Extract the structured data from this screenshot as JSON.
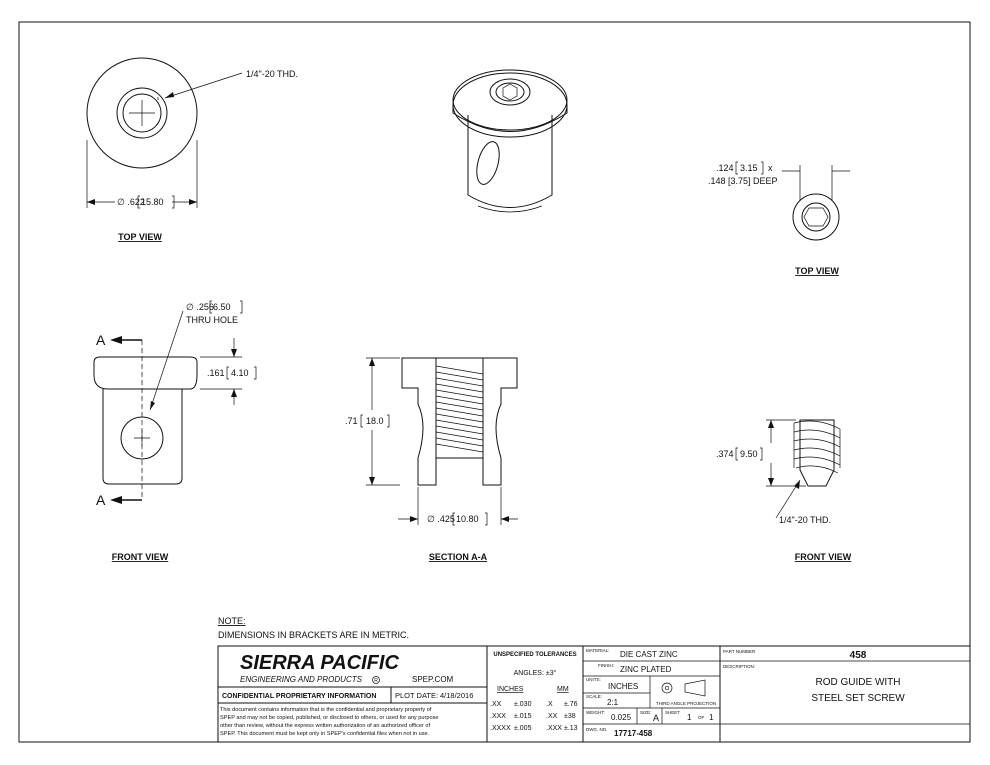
{
  "views": {
    "top_view_left": {
      "label": "TOP VIEW",
      "thread_note": "1/4\"-20 THD.",
      "dia_in": "∅ .622",
      "dia_mm": "15.80"
    },
    "top_view_right": {
      "label": "TOP VIEW",
      "hex_size_in": ".124",
      "hex_size_mm": "3.15",
      "hex_x": "x",
      "hex_depth": ".148 [3.75] DEEP"
    },
    "front_view_left": {
      "label": "FRONT VIEW",
      "hole_dia_in": "∅ .256",
      "hole_dia_mm": "6.50",
      "hole_note": "THRU HOLE",
      "head_h_in": ".161",
      "head_h_mm": "4.10",
      "section_mark": "A"
    },
    "section": {
      "label": "SECTION A-A",
      "height_in": ".71",
      "height_mm": "18.0",
      "dia_in": "∅ .425",
      "dia_mm": "10.80"
    },
    "front_view_right": {
      "label": "FRONT VIEW",
      "len_in": ".374",
      "len_mm": "9.50",
      "thread_note": "1/4\"-20 THD."
    }
  },
  "note": {
    "title": "NOTE:",
    "text": "DIMENSIONS IN BRACKETS ARE IN METRIC."
  },
  "title_block": {
    "company": "SIERRA PACIFIC",
    "company_sub": "ENGINEERING AND PRODUCTS",
    "registered": "R",
    "website": "SPEP.COM",
    "confidential_title": "CONFIDENTIAL PROPRIETARY INFORMATION",
    "plot_date_label": "PLOT DATE:",
    "plot_date": "4/18/2016",
    "disclaimer": [
      "This document contains information that is the confidential and proprietary property of",
      "SPEP and may not be copied, published, or disclosed to others, or used for any purpose",
      "other than review, without the express written authorization of an authorized officer of",
      "SPEP. This document must be kept only in SPEP's confidential files when not in use."
    ],
    "tolerances_title": "UNSPECIFIED TOLERANCES",
    "angles": "ANGLES: ±3°",
    "inches_hdr": "INCHES",
    "mm_hdr": "MM",
    "tol_rows": [
      {
        "in_k": ".XX",
        "in_v": "±.030",
        "mm_k": ".X",
        "mm_v": "±.76"
      },
      {
        "in_k": ".XXX",
        "in_v": "±.015",
        "mm_k": ".XX",
        "mm_v": "±38"
      },
      {
        "in_k": ".XXXX",
        "in_v": "±.005",
        "mm_k": ".XXX",
        "mm_v": "±.13"
      }
    ],
    "material_label": "MATERIAL:",
    "material": "DIE CAST ZINC",
    "finish_label": "FINISH:",
    "finish": "ZINC PLATED",
    "units_label": "UNITS:",
    "units": "INCHES",
    "projection": "THIRD ANGLE PROJECTION",
    "scale_label": "SCALE:",
    "scale": "2:1",
    "weight_label": "WEIGHT:",
    "weight": "0.025",
    "size_label": "SIZE:",
    "size": "A",
    "sheet_label": "SHEET",
    "sheet": "1",
    "of_label": "OF",
    "of": "1",
    "dwg_label": "DWG. NO.",
    "dwg_no": "17717-458",
    "part_label": "PART NUMBER",
    "part_no": "458",
    "desc_label": "DESCRIPTION:",
    "desc_1": "ROD GUIDE WITH",
    "desc_2": "STEEL SET SCREW"
  }
}
